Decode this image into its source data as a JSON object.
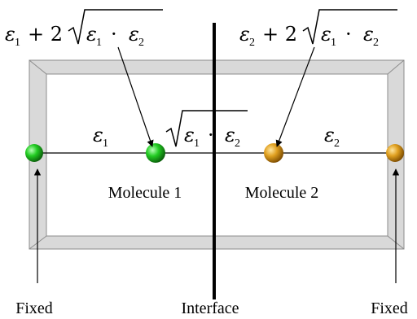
{
  "labels": {
    "molecule_1": "Molecule 1",
    "molecule_2": "Molecule 2",
    "fixed_left": "Fixed",
    "fixed_right": "Fixed",
    "interface": "Interface"
  },
  "math": {
    "eps": "ε",
    "sub_1": "1",
    "sub_2": "2",
    "plus_2": "+ 2",
    "dot": "·"
  },
  "colors": {
    "molecule_1": "#22aa22",
    "molecule_2": "#d4930f",
    "box_face": "#d9d9d9",
    "box_edge": "#8c8c8c"
  }
}
